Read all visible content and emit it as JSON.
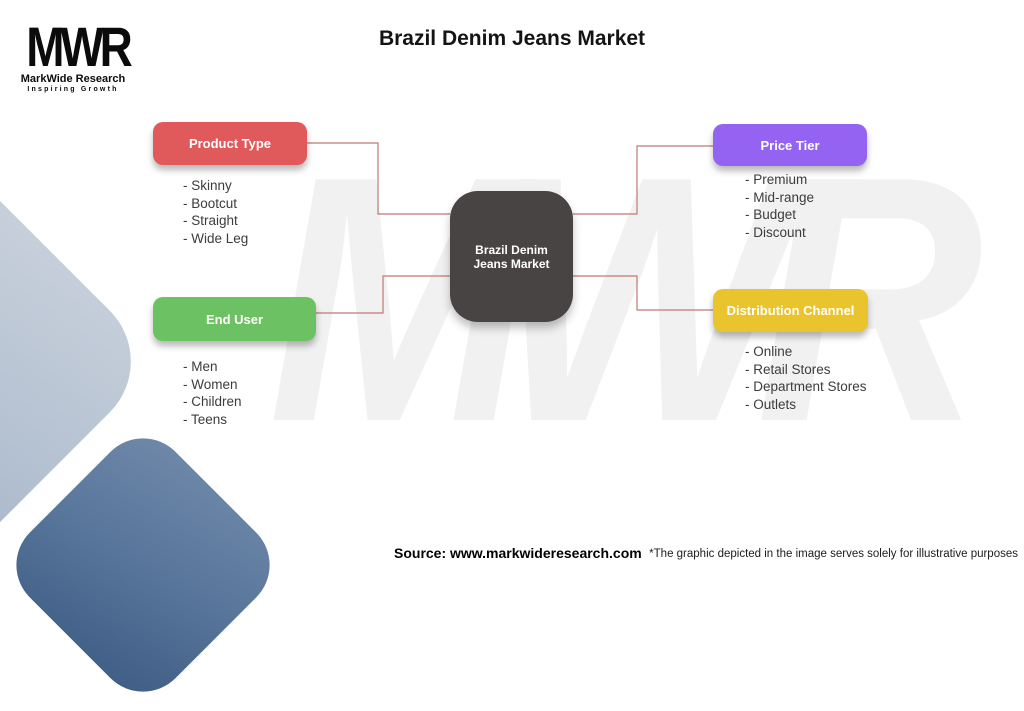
{
  "page": {
    "title": "Brazil Denim Jeans Market"
  },
  "logo": {
    "mark": "MWR",
    "name": "MarkWide Research",
    "tagline": "Inspiring Growth"
  },
  "watermark": {
    "text": "MWR"
  },
  "diagram": {
    "center": {
      "label": "Brazil Denim Jeans Market",
      "bg": "#484444"
    },
    "connector_color": "#bf7a72",
    "categories": [
      {
        "label": "Product Type",
        "color": "#e05a5c",
        "items": [
          "- Skinny",
          "- Bootcut",
          "- Straight",
          "- Wide Leg"
        ]
      },
      {
        "label": "Price Tier",
        "color": "#9463f2",
        "items": [
          "- Premium",
          "- Mid-range",
          "- Budget",
          "- Discount"
        ]
      },
      {
        "label": "End User",
        "color": "#6cc163",
        "items": [
          "- Men",
          "- Women",
          "- Children",
          "- Teens"
        ]
      },
      {
        "label": "Distribution Channel",
        "color": "#e9c42c",
        "items": [
          "- Online",
          "- Retail Stores",
          "- Department Stores",
          "- Outlets"
        ]
      }
    ]
  },
  "footer": {
    "source": "Source: www.markwideresearch.com",
    "disclaimer": "*The graphic depicted in the image serves solely for illustrative purposes"
  }
}
